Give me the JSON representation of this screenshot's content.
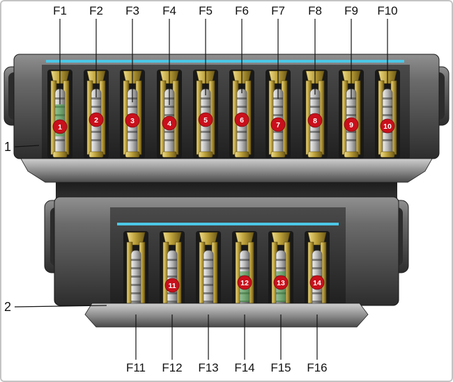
{
  "palette": {
    "badge_red": "#c9101c",
    "bus_bar_cyan": "#4cc7e6",
    "fuse_gold": "#c2a843",
    "fuse_silver": "#b9b9b9",
    "housing_grey": "#5a5a5a",
    "background": "#ffffff"
  },
  "diagram": {
    "top_block": {
      "callout": "1",
      "fuse_labels": [
        "F1",
        "F2",
        "F3",
        "F4",
        "F5",
        "F6",
        "F7",
        "F8",
        "F9",
        "F10"
      ],
      "fuse_numbers": [
        "1",
        "2",
        "3",
        "4",
        "5",
        "6",
        "7",
        "8",
        "9",
        "10"
      ]
    },
    "bottom_block": {
      "callout": "2",
      "fuse_labels": [
        "F11",
        "F12",
        "F13",
        "F14",
        "F15",
        "F16"
      ],
      "fuse_numbers": [
        "11",
        "12",
        "13",
        "14"
      ]
    }
  }
}
